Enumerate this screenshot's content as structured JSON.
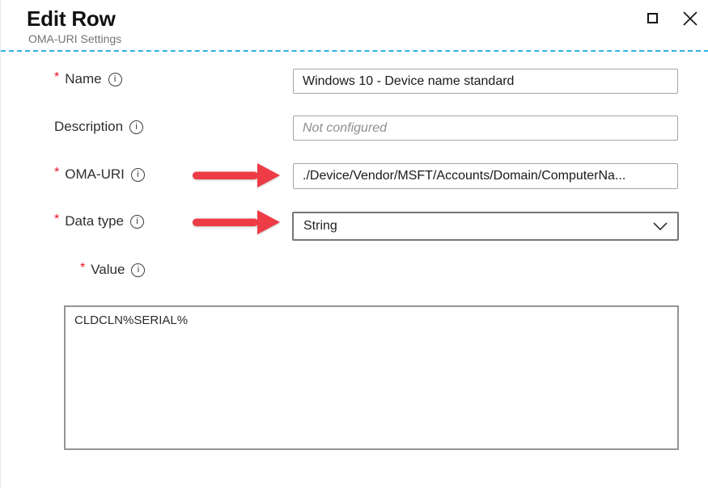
{
  "window": {
    "title": "Edit Row",
    "subtitle": "OMA-URI Settings"
  },
  "glyphs": {
    "required": "*",
    "info": "i"
  },
  "fields": {
    "name": {
      "label": "Name",
      "required": true,
      "value": "Windows 10 - Device name standard"
    },
    "description": {
      "label": "Description",
      "required": false,
      "placeholder": "Not configured"
    },
    "oma_uri": {
      "label": "OMA-URI",
      "required": true,
      "value": "./Device/Vendor/MSFT/Accounts/Domain/ComputerNa..."
    },
    "data_type": {
      "label": "Data type",
      "required": true,
      "value": "String"
    },
    "value": {
      "label": "Value",
      "required": true,
      "value": "CLDCLN%SERIAL%"
    }
  },
  "colors": {
    "separator_dashed": "#2ab3e8",
    "arrow": "#ee3c46",
    "required_marker": "#e81123"
  }
}
